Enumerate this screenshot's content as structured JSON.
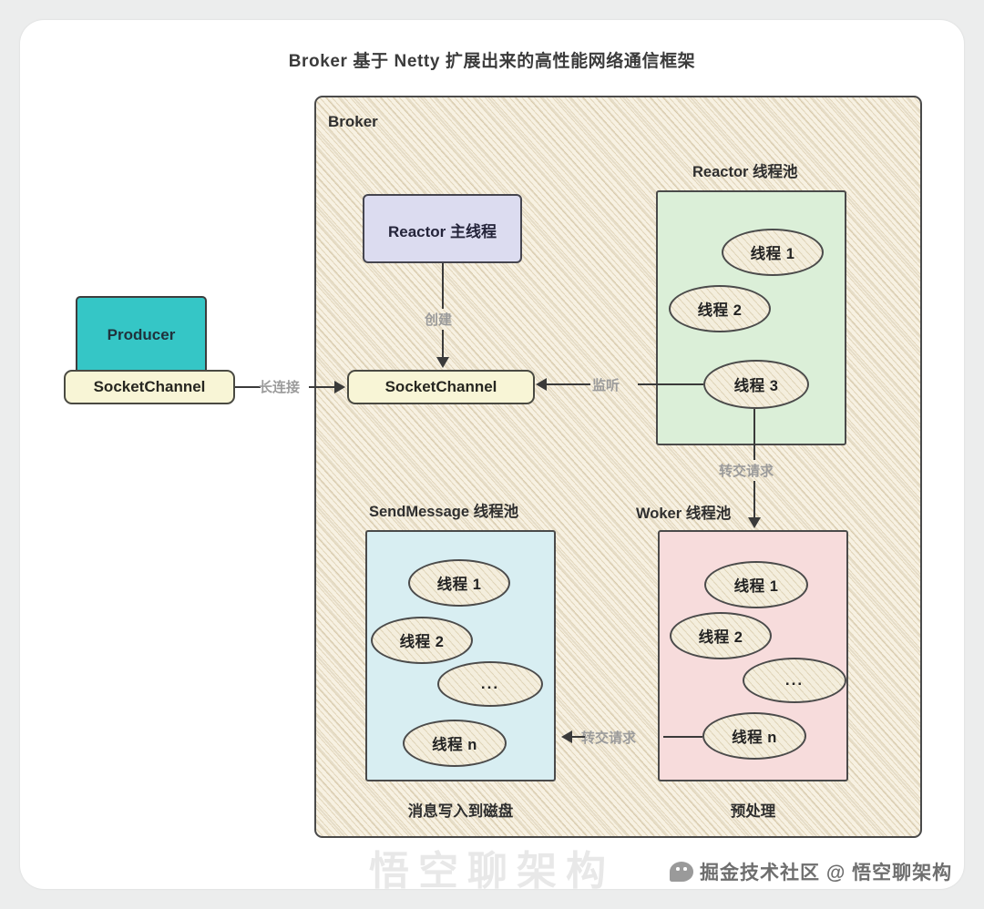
{
  "diagram": {
    "title": "Broker 基于 Netty 扩展出来的高性能网络通信框架",
    "container": {
      "label": "Broker"
    },
    "nodes": {
      "producer": "Producer",
      "producer_socket_channel": "SocketChannel",
      "broker_socket_channel": "SocketChannel",
      "reactor_main_thread": "Reactor 主线程"
    },
    "pools": [
      {
        "id": "reactor-pool",
        "title": "Reactor 线程池",
        "caption": "",
        "color": "#dbefd8",
        "threads": [
          "线程 1",
          "线程 2",
          "线程 3"
        ]
      },
      {
        "id": "sendmessage-pool",
        "title": "SendMessage 线程池",
        "caption": "消息写入到磁盘",
        "color": "#d8eef2",
        "threads": [
          "线程 1",
          "线程 2",
          "...",
          "线程 n"
        ]
      },
      {
        "id": "worker-pool",
        "title": "Woker 线程池",
        "caption": "预处理",
        "color": "#f7dcdc",
        "threads": [
          "线程 1",
          "线程 2",
          "...",
          "线程 n"
        ]
      }
    ],
    "edges": {
      "producer_to_broker": "长连接",
      "reactor_main_to_socket": "创建",
      "reactor_thread_to_socket": "监听",
      "reactor_to_worker": "转交请求",
      "worker_to_sendmessage": "转交请求"
    }
  },
  "watermark": {
    "background_text": "悟空聊架构",
    "bar_text": "掘金技术社区 @ 悟空聊架构",
    "icon": "wechat-icon"
  },
  "colors": {
    "producer": "#35c6c6",
    "socket_channel": "#f8f5d6",
    "reactor_main": "#dcdcf0",
    "reactor_pool": "#dbefd8",
    "sendmessage_pool": "#d8eef2",
    "worker_pool": "#f7dcdc",
    "stroke": "#4a4a4a",
    "edge_label": "#9b9b9b"
  }
}
